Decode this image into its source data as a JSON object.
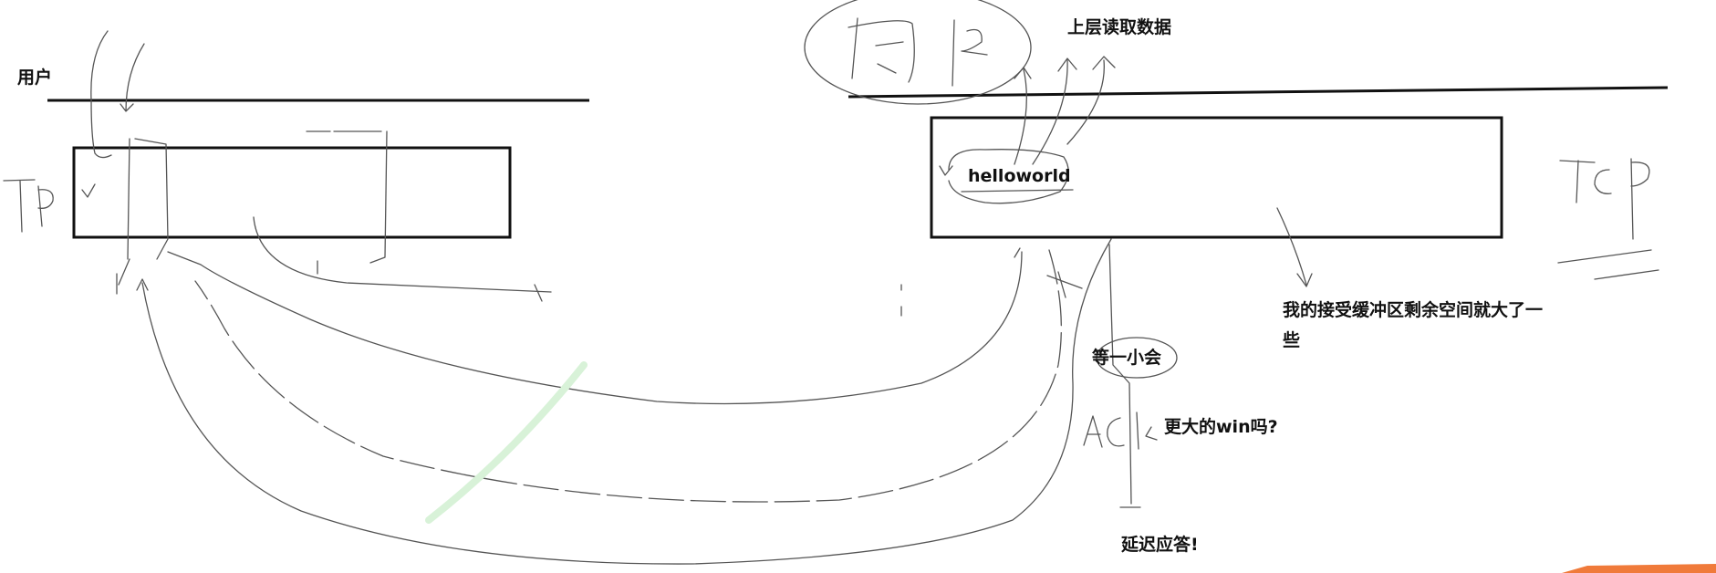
{
  "labels": {
    "user": "用户",
    "upper_read": "上层读取数据",
    "payload": "helloworld",
    "receive_buffer_note": "我的接受缓冲区剩余空间就大了一些",
    "wait": "等一小会",
    "bigger_win": "更大的win吗?",
    "delayed_ack": "延迟应答!"
  },
  "colors": {
    "ink": "#111111",
    "pencil": "#555555",
    "accent_corner": "#f07a3a"
  }
}
